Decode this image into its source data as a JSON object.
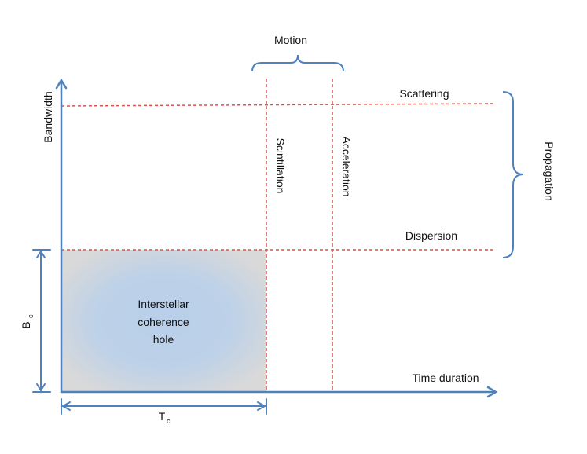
{
  "colors": {
    "axis": "#4f81bd",
    "dashed": "#d9534f",
    "hole_center": "#b9d0ea",
    "hole_edge": "#d9d9d9",
    "text": "#111111"
  },
  "labels": {
    "motion": "Motion",
    "propagation": "Propagation",
    "scattering": "Scattering",
    "dispersion": "Dispersion",
    "scintillation": "Scintillation",
    "acceleration": "Acceleration",
    "y_axis": "Bandwidth",
    "x_axis": "Time duration",
    "bc_main": "B",
    "bc_sub": "c",
    "tc_main": "T",
    "tc_sub": "c",
    "hole_line1": "Interstellar",
    "hole_line2": "coherence",
    "hole_line3": "hole"
  }
}
